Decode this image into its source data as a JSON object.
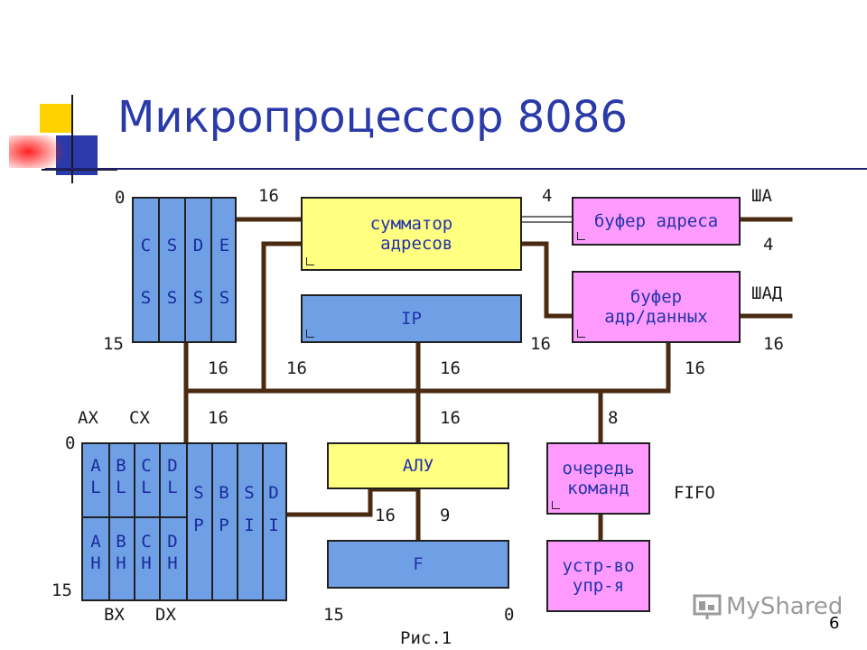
{
  "slide": {
    "title": "Микропроцессор 8086",
    "page_number": "6",
    "watermark": "MyShared",
    "caption": "Рис.1"
  },
  "blocks": {
    "adder": "сумматор\n адресов",
    "ip": "IP",
    "addr_buffer": "буфер адреса",
    "addr_data_buffer": "буфер\nадр/данных",
    "alu": "АЛУ",
    "flags": "F",
    "queue": "очередь\nкоманд",
    "control": "устр-во\nупр-я"
  },
  "segment_registers": [
    "C\n\nS",
    "S\n\nS",
    "D\n\nS",
    "E\n\nS"
  ],
  "general_registers": {
    "split": [
      "A\nL",
      "B\nL",
      "C\nL",
      "D\nL",
      "A\nH",
      "B\nH",
      "C\nH",
      "D\nH"
    ],
    "full": [
      "S\nP",
      "B\nP",
      "S\nI",
      "D\nI"
    ]
  },
  "labels": {
    "seg_top": "0",
    "seg_bottom": "15",
    "bus_16_top": "16",
    "bus_4_top": "4",
    "sha": "ША",
    "sha_4": "4",
    "shad": "ШАД",
    "shad_16": "16",
    "buf_16": "16",
    "bus_16_a": "16",
    "bus_16_b": "16",
    "bus_16_c": "16",
    "bus_16_d": "16",
    "ax": "AX",
    "cx": "CX",
    "gr_16": "16",
    "alu_16": "16",
    "queue_8": "8",
    "gr_top": "0",
    "gr_bottom": "15",
    "alu_in_16": "16",
    "alu_out_9": "9",
    "fifo": "FIFO",
    "bx": "BX",
    "dx": "DX",
    "f_15": "15",
    "f_0": "0"
  },
  "colors": {
    "title": "#2a3aa8",
    "wire": "#4a2a10",
    "yellow_block": "#ffff80",
    "blue_block": "#6fa0e6",
    "pink_block": "#ff9bff"
  }
}
